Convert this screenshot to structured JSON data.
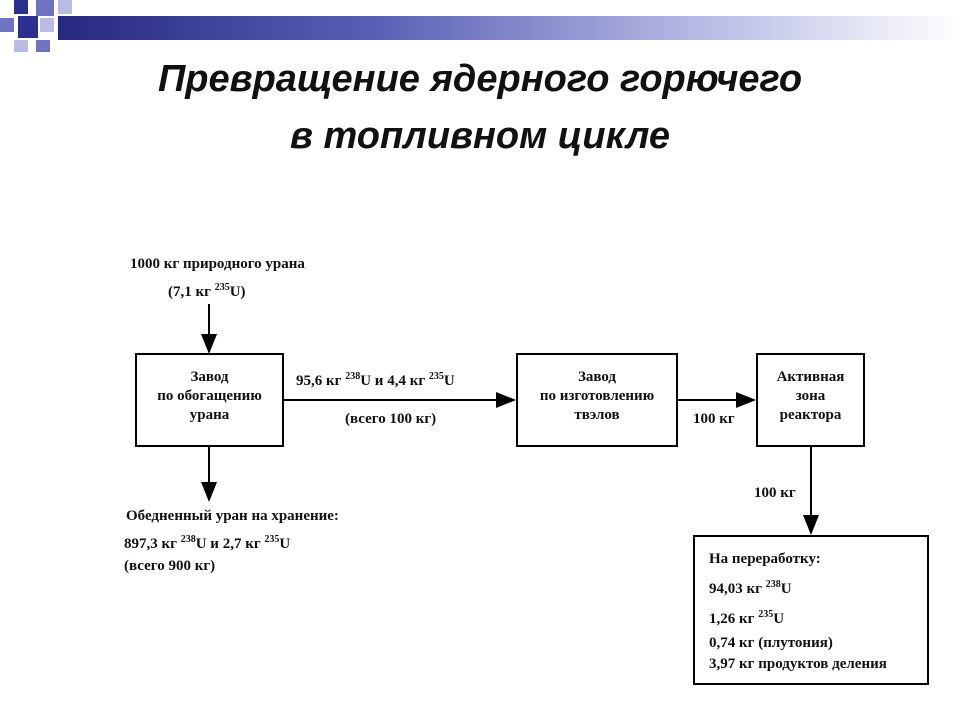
{
  "title": {
    "line1": "Превращение ядерного горючего",
    "line2": "в топливном цикле"
  },
  "input": {
    "line1": "1000 кг природного урана",
    "line2_pre": "(7,1 кг ",
    "line2_sup": "235",
    "line2_post": "U)"
  },
  "enrichment_plant": {
    "line1": "Завод",
    "line2": "по обогащению",
    "line3": "урана"
  },
  "enriched_flow": {
    "a": "95,6 кг ",
    "sup1": "238",
    "b": "U и 4,4 кг ",
    "sup2": "235",
    "c": "U",
    "total": "(всего 100 кг)"
  },
  "fuel_plant": {
    "line1": "Завод",
    "line2": "по изготовлению",
    "line3": "твэлов"
  },
  "fuel_flow": "100 кг",
  "reactor": {
    "line1": "Активная",
    "line2": "зона",
    "line3": "реактора"
  },
  "spent_flow": "100 кг",
  "depleted": {
    "line1": "Обедненный уран на хранение:",
    "a": "897,3 кг ",
    "sup1": "238",
    "b": "U и 2,7 кг ",
    "sup2": "235",
    "c": "U",
    "total": "(всего 900 кг)"
  },
  "reprocessing": {
    "title": "На переработку:",
    "u238_pre": "94,03 кг ",
    "u238_sup": "238",
    "u238_post": "U",
    "u235_pre": "1,26 кг ",
    "u235_sup": "235",
    "u235_post": "U",
    "plutonium": "0,74 кг (плутония)",
    "fission": "3,97 кг продуктов деления"
  }
}
